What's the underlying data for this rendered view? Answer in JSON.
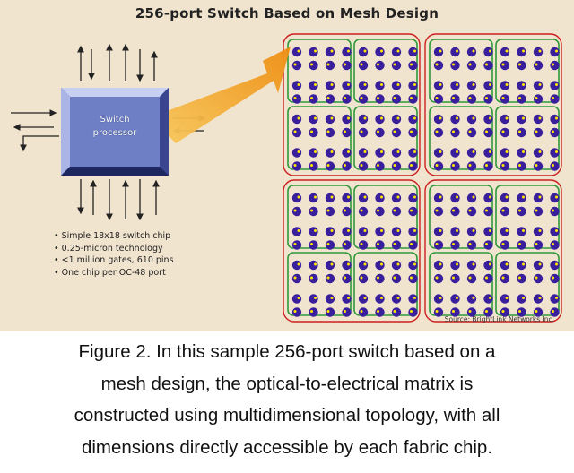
{
  "figure": {
    "title": "256-port Switch Based on Mesh Design",
    "processor_label_line1": "Switch",
    "processor_label_line2": "processor",
    "specs": [
      "Simple 18x18 switch chip",
      "0.25-micron technology",
      "<1 million gates, 610 pins",
      "One chip per OC-48 port"
    ],
    "source": "Source: BrightLink Networks Inc.",
    "colors": {
      "panel_background": "#f1e4cf",
      "processor_fill": "#6e7fc6",
      "chip_fill": "#3a1f9c",
      "port_fill": "#ffe600",
      "mesh_green": "#2e9a3a",
      "mesh_red": "#cc1f1f",
      "arrow_orange": "#f0a21e"
    },
    "mesh": {
      "quadrants": 4,
      "chip_rows_per_quadrant": 4,
      "chip_cols_per_quadrant": 8
    }
  },
  "caption": {
    "lines": [
      "Figure 2. In this sample 256-port switch based on a",
      "mesh design, the optical-to-electrical matrix is",
      "constructed using multidimensional topology, with all",
      "dimensions directly accessible by each fabric chip."
    ]
  }
}
